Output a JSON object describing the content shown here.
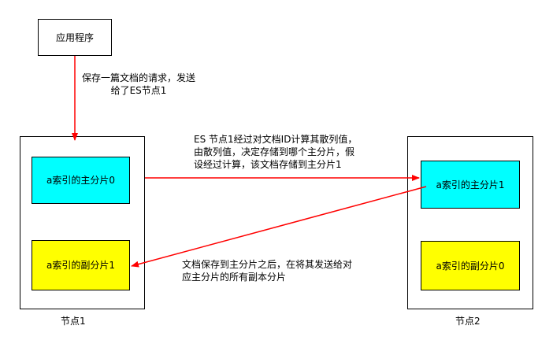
{
  "app_box": {
    "label": "应用程序"
  },
  "request_note": {
    "line1": "保存一篇文档的请求，发送",
    "line2": "给了ES节点1"
  },
  "node1": {
    "label": "节点1",
    "primary_shard": "a索引的主分片0",
    "replica_shard": "a索引的副分片1"
  },
  "node2": {
    "label": "节点2",
    "primary_shard": "a索引的主分片1",
    "replica_shard": "a索引的副分片0"
  },
  "routing_note": {
    "line1": "ES 节点1经过对文档ID计算其散列值，",
    "line2": "由散列值，决定存储到哪个主分片，假",
    "line3": "设经过计算，该文档存储到主分片1"
  },
  "replicate_note": {
    "line1": "文档保存到主分片之后，在将其发送给对",
    "line2": "应主分片的所有副本分片"
  },
  "colors": {
    "primary_fill": "#00ffff",
    "replica_fill": "#ffff00",
    "arrow": "#ff0000",
    "border": "#000000"
  }
}
